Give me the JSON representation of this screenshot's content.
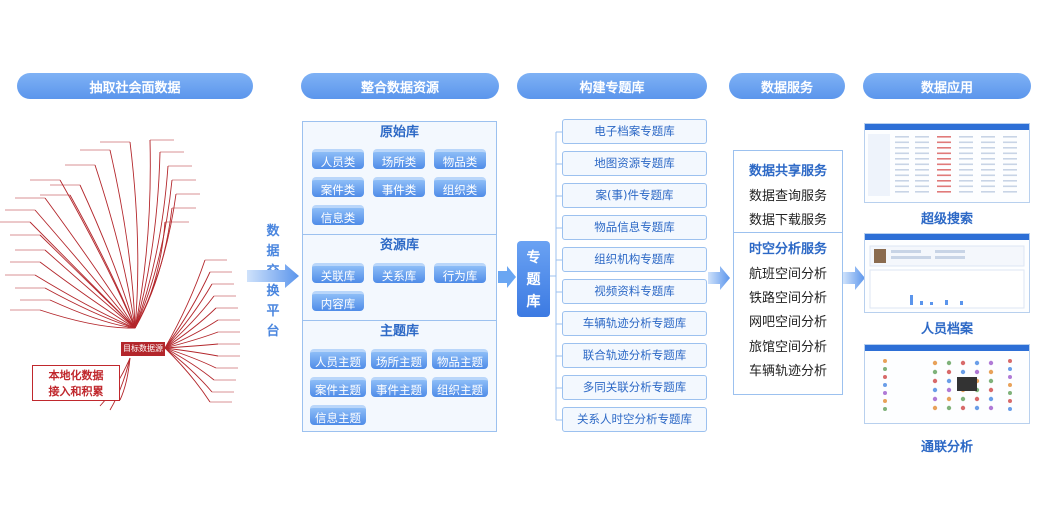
{
  "headers": [
    "抽取社会面数据",
    "整合数据资源",
    "构建专题库",
    "数据服务",
    "数据应用"
  ],
  "mindmap": {
    "center_label": "目标数据源",
    "tag_lines": [
      "本地化数据",
      "接入和积累"
    ]
  },
  "exchange_chars": [
    "数",
    "据",
    "交",
    "换",
    "平",
    "台"
  ],
  "integrate": {
    "sections": [
      {
        "title": "原始库",
        "items": [
          "人员类",
          "场所类",
          "物品类",
          "案件类",
          "事件类",
          "组织类",
          "信息类"
        ]
      },
      {
        "title": "资源库",
        "items": [
          "关联库",
          "关系库",
          "行为库",
          "内容库"
        ]
      },
      {
        "title": "主题库",
        "items": [
          "人员主题",
          "场所主题",
          "物品主题",
          "案件主题",
          "事件主题",
          "组织主题",
          "信息主题"
        ]
      }
    ]
  },
  "special": {
    "box_chars": [
      "专",
      "题",
      "库"
    ],
    "items": [
      "电子档案专题库",
      "地图资源专题库",
      "案(事)件专题库",
      "物品信息专题库",
      "组织机构专题库",
      "视频资料专题库",
      "车辆轨迹分析专题库",
      "联合轨迹分析专题库",
      "多同关联分析专题库",
      "关系人时空分析专题库"
    ]
  },
  "services": {
    "groups": [
      {
        "title": "数据共享服务",
        "items": [
          "数据查询服务",
          "数据下载服务"
        ]
      },
      {
        "title": "时空分析服务",
        "items": [
          "航班空间分析",
          "铁路空间分析",
          "网吧空间分析",
          "旅馆空间分析",
          "车辆轨迹分析"
        ]
      }
    ]
  },
  "apps": [
    "超级搜索",
    "人员档案",
    "通联分析"
  ],
  "colors": {
    "accent": "#5b95ec",
    "mindmap_red": "#b3262b",
    "arrow": "#6aa6f2"
  }
}
